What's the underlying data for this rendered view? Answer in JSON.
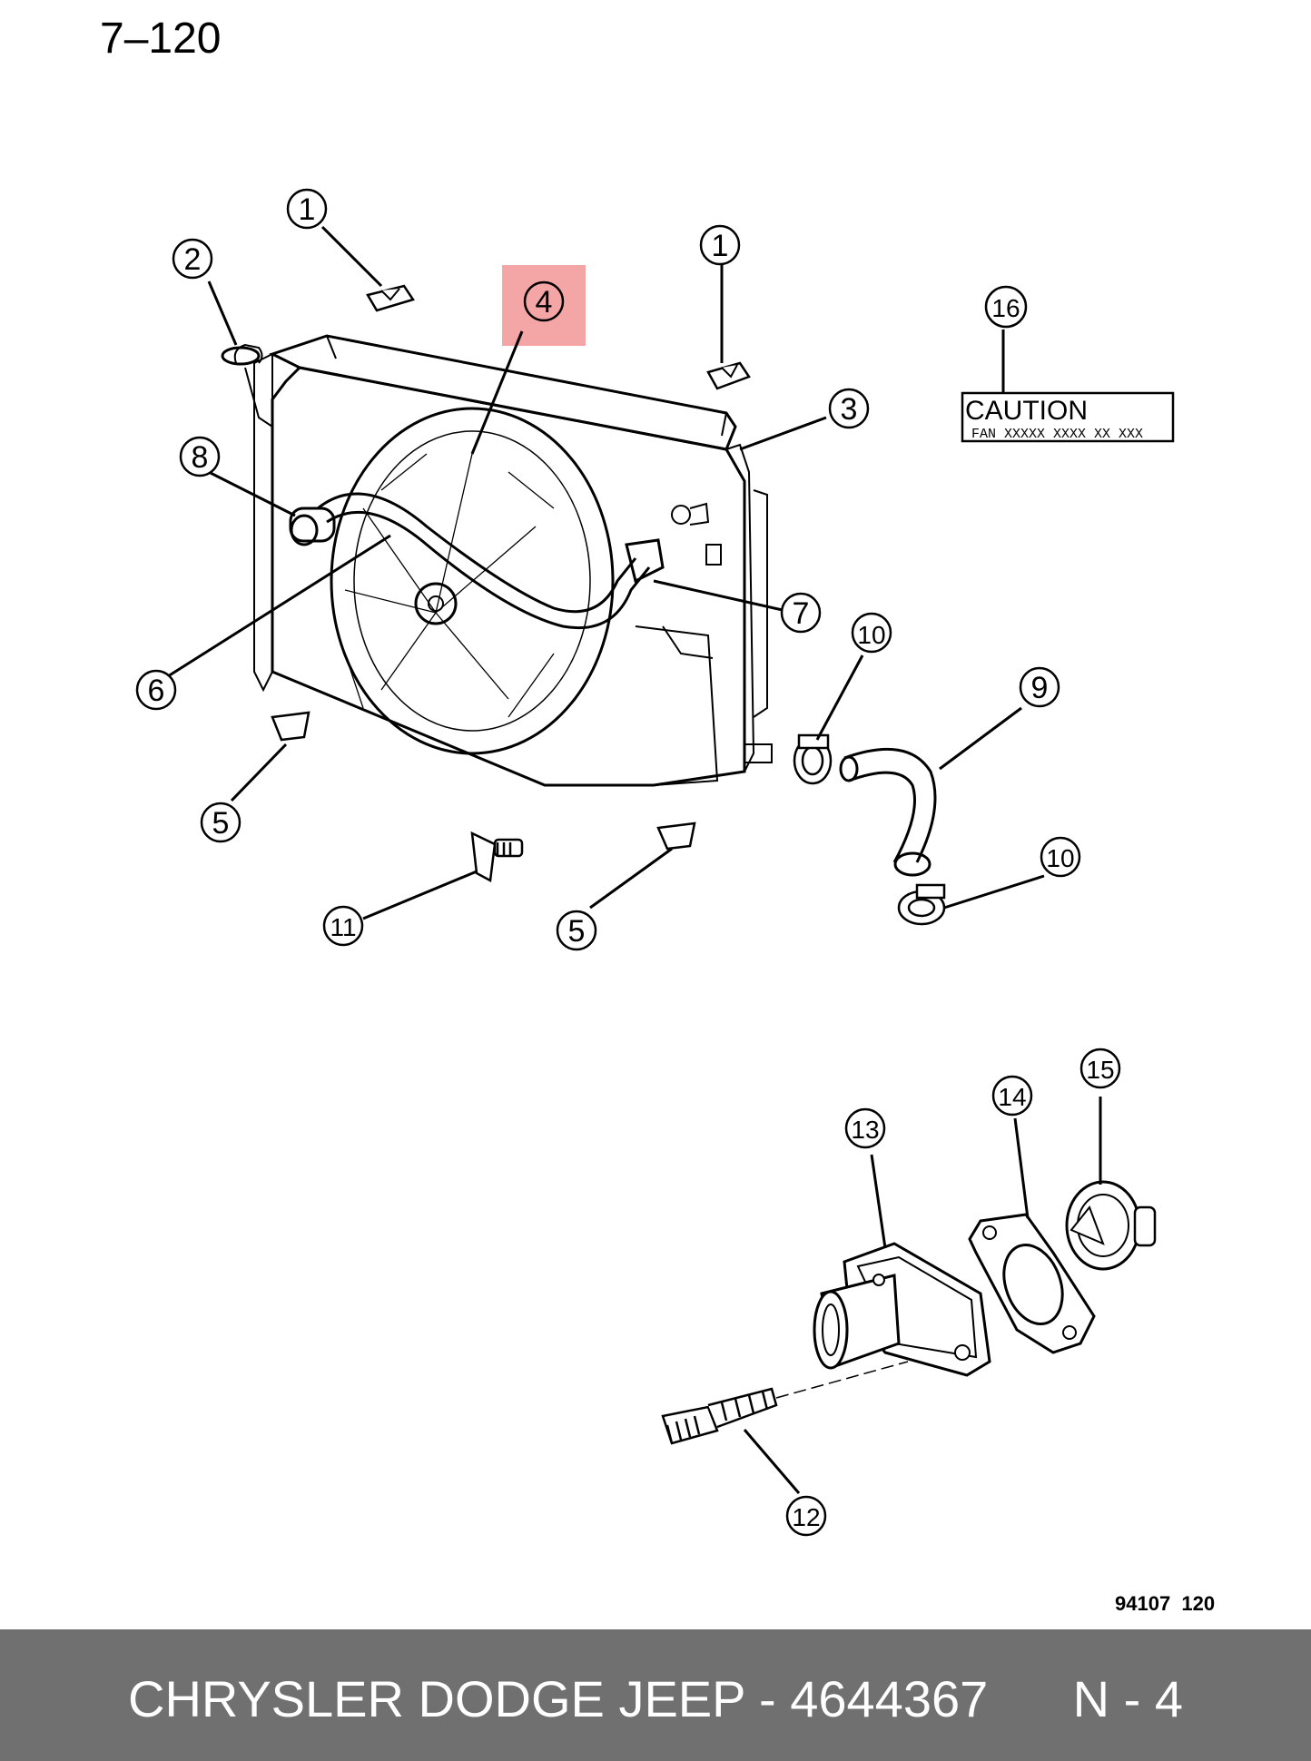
{
  "page_number": "7–120",
  "drawing_code": "94107  120",
  "highlight_color": "#f4a5a5",
  "highlighted_callout": "4",
  "footer": {
    "text": "CHRYSLER DODGE JEEP - 4644367      N - 4",
    "background": "#707070"
  },
  "caution_label": {
    "title": "CAUTION",
    "subtitle": "FAN  XXXXX XXXX XX XXX"
  },
  "callouts": [
    "1",
    "1",
    "2",
    "3",
    "4",
    "5",
    "5",
    "6",
    "7",
    "8",
    "9",
    "10",
    "10",
    "11",
    "12",
    "13",
    "14",
    "15",
    "16"
  ]
}
